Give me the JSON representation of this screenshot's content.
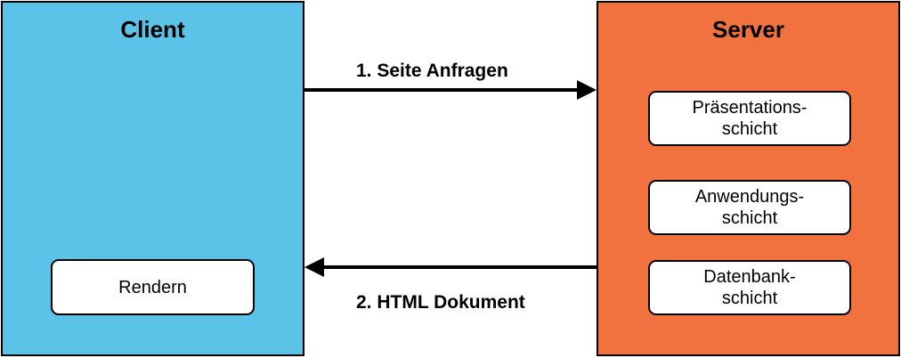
{
  "client": {
    "title": "Client",
    "color": "#5bc2e8",
    "render_box": {
      "label": "Rendern"
    }
  },
  "server": {
    "title": "Server",
    "color": "#f2723f",
    "layers": [
      {
        "line1": "Präsentations-",
        "line2": "schicht"
      },
      {
        "line1": "Anwendungs-",
        "line2": "schicht"
      },
      {
        "line1": "Datenbank-",
        "line2": "schicht"
      }
    ]
  },
  "arrows": {
    "request": {
      "label": "1. Seite Anfragen",
      "direction": "client-to-server"
    },
    "response": {
      "label": "2. HTML Dokument",
      "direction": "server-to-client"
    }
  }
}
